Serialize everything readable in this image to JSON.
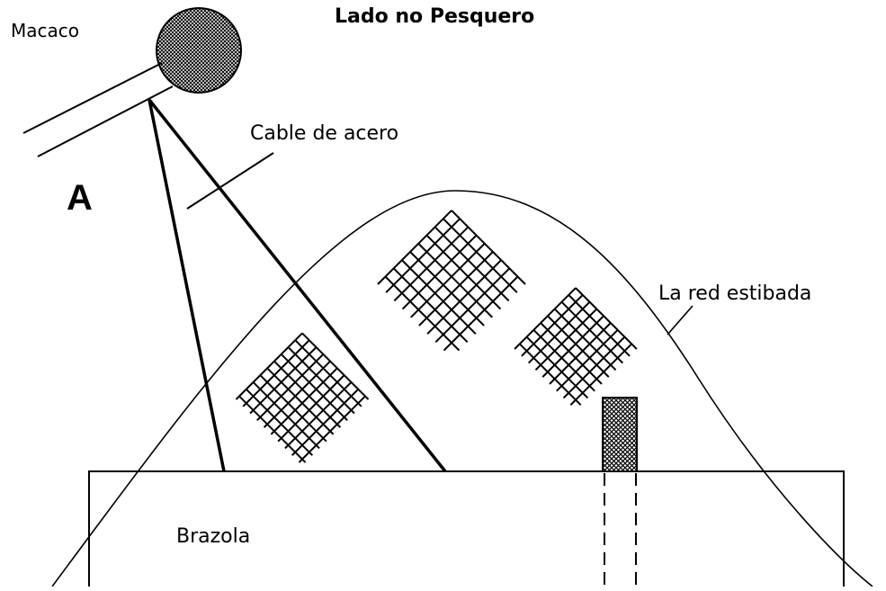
{
  "title": "Lado no Pesquero",
  "labels": {
    "macaco": "Macaco",
    "cable": "Cable de acero",
    "letter": "A",
    "net": "La red estibada",
    "brazola": "Brazola"
  },
  "colors": {
    "ink": "#000000",
    "background": "#ffffff"
  }
}
